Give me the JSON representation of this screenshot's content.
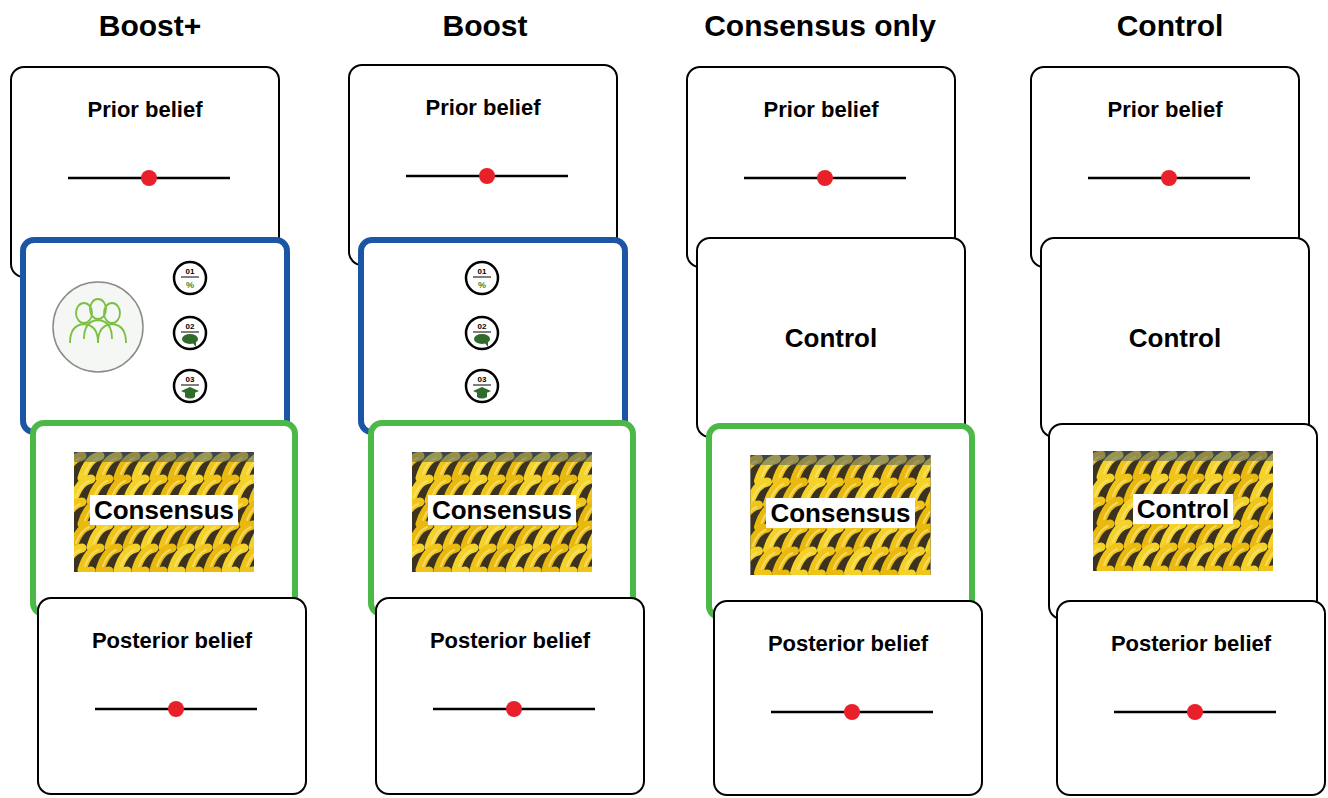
{
  "diagram": {
    "nodes": [
      {
        "text": [
          "Prior belief"
        ]
      },
      {
        "text": [
          "01",
          "02",
          "03"
        ]
      },
      {
        "text": [
          "Consensus"
        ]
      },
      {
        "text": [
          "Posterior belief"
        ]
      },
      {
        "text": [
          "Prior belief"
        ]
      },
      {
        "text": [
          "01",
          "02",
          "03"
        ]
      },
      {
        "text": [
          "Consensus"
        ]
      },
      {
        "text": [
          "Posterior belief"
        ]
      },
      {
        "text": [
          "Prior belief"
        ]
      },
      {
        "text": [
          "Control"
        ]
      },
      {
        "text": [
          "Consensus"
        ]
      },
      {
        "text": [
          "Posterior belief"
        ]
      },
      {
        "text": [
          "Prior belief"
        ]
      },
      {
        "text": [
          "Control"
        ]
      },
      {
        "text": [
          "Control"
        ]
      },
      {
        "text": [
          "Posterior belief"
        ]
      }
    ],
    "labels": [
      "Boost+",
      "Boost",
      "Consensus only",
      "Control",
      "%",
      "%"
    ]
  }
}
